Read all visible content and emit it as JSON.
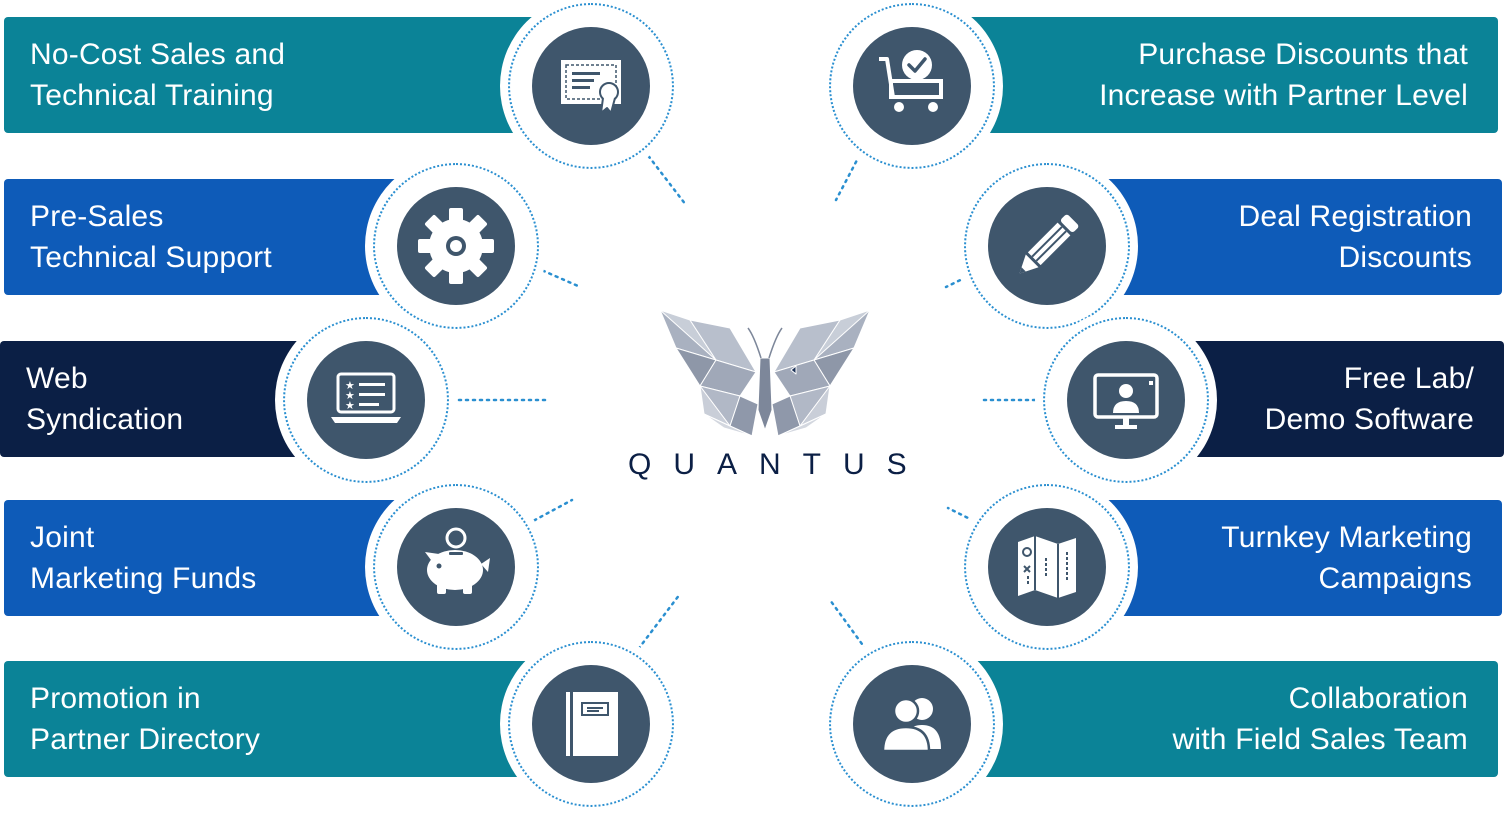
{
  "brand": {
    "name": "QUANTUS",
    "colors": {
      "teal": "#0b8397",
      "blue": "#0e5bb8",
      "navy": "#0b1f45",
      "icon_disc": "#3f566c",
      "dotted_ring": "#2a8fd0"
    }
  },
  "benefits_left": [
    {
      "lines": [
        "No-Cost Sales and",
        "Technical Training"
      ],
      "icon": "certificate-icon",
      "color": "teal"
    },
    {
      "lines": [
        "Pre-Sales",
        "Technical Support"
      ],
      "icon": "gear-icon",
      "color": "blue"
    },
    {
      "lines": [
        "Web",
        "Syndication"
      ],
      "icon": "laptop-list-icon",
      "color": "navy"
    },
    {
      "lines": [
        "Joint",
        "Marketing Funds"
      ],
      "icon": "piggy-bank-icon",
      "color": "blue"
    },
    {
      "lines": [
        "Promotion in",
        "Partner Directory"
      ],
      "icon": "notebook-icon",
      "color": "teal"
    }
  ],
  "benefits_right": [
    {
      "lines": [
        "Purchase Discounts that",
        "Increase with Partner Level"
      ],
      "icon": "cart-check-icon",
      "color": "teal"
    },
    {
      "lines": [
        "Deal Registration",
        "Discounts"
      ],
      "icon": "pencil-icon",
      "color": "blue"
    },
    {
      "lines": [
        "Free Lab/",
        "Demo Software"
      ],
      "icon": "monitor-user-icon",
      "color": "navy"
    },
    {
      "lines": [
        "Turnkey Marketing",
        "Campaigns"
      ],
      "icon": "map-icon",
      "color": "blue"
    },
    {
      "lines": [
        "Collaboration",
        "with Field Sales Team"
      ],
      "icon": "team-icon",
      "color": "teal"
    }
  ]
}
